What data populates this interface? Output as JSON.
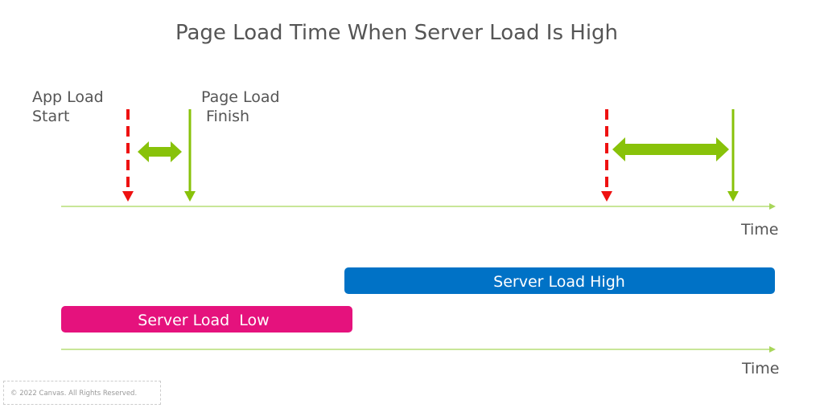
{
  "title": "Page Load Time When Server Load Is High",
  "labels": {
    "app_load_start_1": "App Load",
    "app_load_start_2": "Start",
    "page_load_finish_1": "Page Load",
    "page_load_finish_2": "Finish",
    "time_axis_top": "Time",
    "time_axis_bottom": "Time"
  },
  "bars": {
    "server_load_high": "Server Load High",
    "server_load_low": "Server Load  Low"
  },
  "footer": {
    "copyright": "© 2022 Canvas. All Rights Reserved."
  },
  "colors": {
    "marker_start": "#ee1111",
    "marker_finish": "#88c20a",
    "duration_arrow": "#88c20a",
    "axis": "#a8d65a",
    "bar_high": "#0072c6",
    "bar_low": "#e5127d",
    "text": "#555555"
  },
  "icons": {
    "start_marker": "dashed-down-arrow",
    "finish_marker": "solid-down-arrow",
    "duration": "double-headed-arrow"
  }
}
